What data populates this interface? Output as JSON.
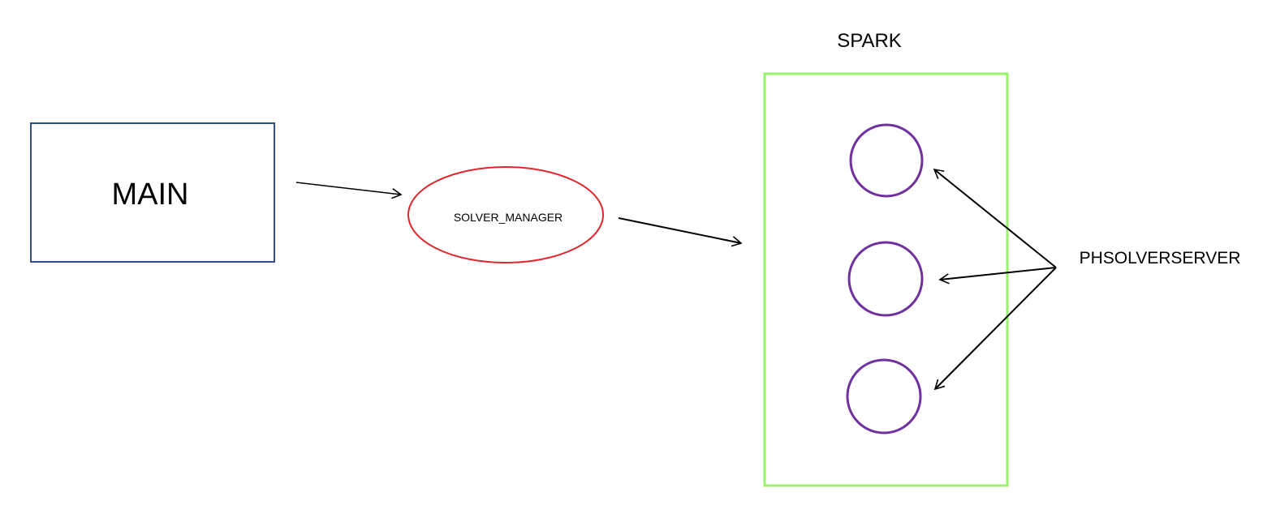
{
  "nodes": {
    "main": {
      "label": "MAIN",
      "border_color": "#2f4f8f"
    },
    "solver_manager": {
      "label": "SOLVER_MANAGER",
      "border_color": "#e0262a"
    },
    "spark": {
      "label": "SPARK",
      "border_color": "#99f26b"
    },
    "server_instances": {
      "count": 3,
      "border_color": "#7030a0"
    },
    "phsolverserver": {
      "label": "PHSOLVERSERVER"
    }
  },
  "edges": [
    {
      "from": "MAIN",
      "to": "SOLVER_MANAGER"
    },
    {
      "from": "SOLVER_MANAGER",
      "to": "SPARK"
    },
    {
      "from": "PHSOLVERSERVER",
      "to": "server-instance-1"
    },
    {
      "from": "PHSOLVERSERVER",
      "to": "server-instance-2"
    },
    {
      "from": "PHSOLVERSERVER",
      "to": "server-instance-3"
    }
  ],
  "colors": {
    "arrow": "#000000",
    "background": "#ffffff"
  }
}
